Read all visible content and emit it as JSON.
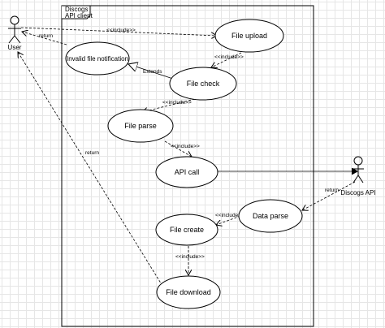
{
  "system": {
    "title_line1": "Discogs",
    "title_line2": "API client"
  },
  "actors": {
    "user": "User",
    "discogs_api": "Discogs API"
  },
  "use_cases": {
    "file_upload": "File upload",
    "invalid_notification": "Invalid file notification",
    "file_check": "File check",
    "file_parse": "File parse",
    "api_call": "API call",
    "data_parse": "Data parse",
    "file_create": "File create",
    "file_download": "File download"
  },
  "relations": {
    "include": "<<include>>",
    "extends": "Extends",
    "return": "return"
  }
}
